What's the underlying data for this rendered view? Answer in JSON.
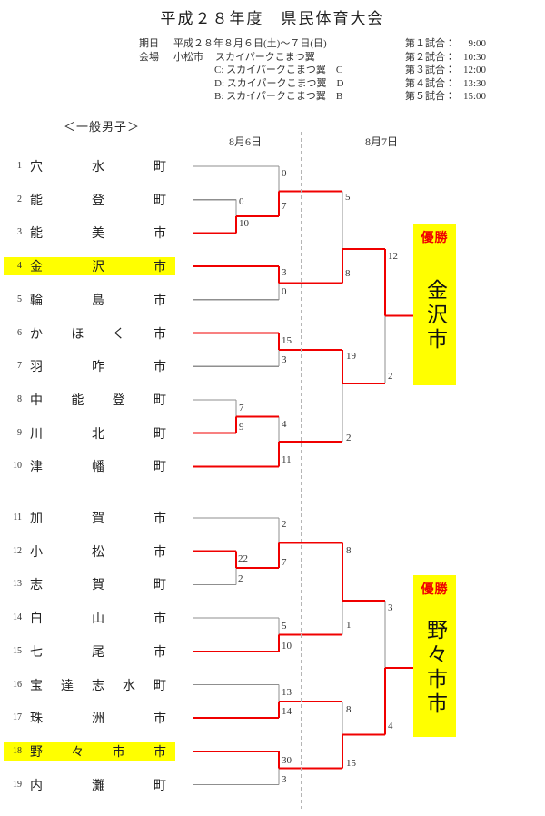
{
  "title": "平成２８年度　県民体育大会",
  "info": {
    "date_label": "期日",
    "date_value": "平成２８年８月６日(土)～７日(日)",
    "venue_label": "会場",
    "venue_city": "小松市",
    "venue_main": "スカイパークこまつ翼",
    "courts": [
      "C: スカイパークこまつ翼　C",
      "D: スカイパークこまつ翼　D",
      "B: スカイパークこまつ翼　B"
    ]
  },
  "schedule": [
    {
      "label": "第１試合：",
      "time": "9:00"
    },
    {
      "label": "第２試合：",
      "time": "10:30"
    },
    {
      "label": "第３試合：",
      "time": "12:00"
    },
    {
      "label": "第４試合：",
      "time": "13:30"
    },
    {
      "label": "第５試合：",
      "time": "15:00"
    }
  ],
  "category": "＜一般男子＞",
  "day_labels": [
    "8月6日",
    "8月7日"
  ],
  "teams": [
    {
      "no": "1",
      "name": "穴水町",
      "highlight": false
    },
    {
      "no": "2",
      "name": "能登町",
      "highlight": false
    },
    {
      "no": "3",
      "name": "能美市",
      "highlight": false
    },
    {
      "no": "4",
      "name": "金沢市",
      "highlight": true
    },
    {
      "no": "5",
      "name": "輪島市",
      "highlight": false
    },
    {
      "no": "6",
      "name": "かほく市",
      "highlight": false
    },
    {
      "no": "7",
      "name": "羽咋市",
      "highlight": false
    },
    {
      "no": "8",
      "name": "中能登町",
      "highlight": false
    },
    {
      "no": "9",
      "name": "川北町",
      "highlight": false
    },
    {
      "no": "10",
      "name": "津幡町",
      "highlight": false
    },
    {
      "no": "11",
      "name": "加賀市",
      "highlight": false
    },
    {
      "no": "12",
      "name": "小松市",
      "highlight": false
    },
    {
      "no": "13",
      "name": "志賀町",
      "highlight": false
    },
    {
      "no": "14",
      "name": "白山市",
      "highlight": false
    },
    {
      "no": "15",
      "name": "七尾市",
      "highlight": false
    },
    {
      "no": "16",
      "name": "宝達志水町",
      "highlight": false
    },
    {
      "no": "17",
      "name": "珠洲市",
      "highlight": false
    },
    {
      "no": "18",
      "name": "野々市市",
      "highlight": true
    },
    {
      "no": "19",
      "name": "内灘町",
      "highlight": false
    }
  ],
  "matches": [
    {
      "teams": [
        "能登町",
        "能美市"
      ],
      "scores": [
        "0",
        "10"
      ],
      "winner": "能美市"
    },
    {
      "teams": [
        "穴水町",
        "能美市"
      ],
      "scores": [
        "0",
        "7"
      ],
      "winner": "能美市"
    },
    {
      "teams": [
        "金沢市",
        "輪島市"
      ],
      "scores": [
        "3",
        "0"
      ],
      "winner": "金沢市"
    },
    {
      "teams": [
        "能美市",
        "金沢市"
      ],
      "scores": [
        "5",
        "8"
      ],
      "winner": "金沢市"
    },
    {
      "teams": [
        "かほく市",
        "羽咋市"
      ],
      "scores": [
        "15",
        "3"
      ],
      "winner": "かほく市"
    },
    {
      "teams": [
        "中能登町",
        "川北町"
      ],
      "scores": [
        "7",
        "9"
      ],
      "winner": "川北町"
    },
    {
      "teams": [
        "川北町",
        "津幡町"
      ],
      "scores": [
        "4",
        "11"
      ],
      "winner": "津幡町"
    },
    {
      "teams": [
        "かほく市",
        "津幡町"
      ],
      "scores": [
        "19",
        "2"
      ],
      "winner": "かほく市"
    },
    {
      "teams": [
        "金沢市",
        "かほく市"
      ],
      "scores": [
        "12",
        "2"
      ],
      "winner": "金沢市"
    },
    {
      "teams": [
        "加賀市",
        "小松市"
      ],
      "scores": [
        "2",
        "7"
      ],
      "winner": "小松市"
    },
    {
      "teams": [
        "小松市",
        "志賀町"
      ],
      "scores": [
        "22",
        "2"
      ],
      "winner": "小松市"
    },
    {
      "teams": [
        "白山市",
        "七尾市"
      ],
      "scores": [
        "5",
        "10"
      ],
      "winner": "七尾市"
    },
    {
      "teams": [
        "小松市",
        "七尾市"
      ],
      "scores": [
        "8",
        "1"
      ],
      "winner": "小松市"
    },
    {
      "teams": [
        "宝達志水町",
        "珠洲市"
      ],
      "scores": [
        "13",
        "14"
      ],
      "winner": "珠洲市"
    },
    {
      "teams": [
        "野々市市",
        "内灘町"
      ],
      "scores": [
        "30",
        "3"
      ],
      "winner": "野々市市"
    },
    {
      "teams": [
        "珠洲市",
        "野々市市"
      ],
      "scores": [
        "8",
        "15"
      ],
      "winner": "野々市市"
    },
    {
      "teams": [
        "小松市",
        "野々市市"
      ],
      "scores": [
        "3",
        "4"
      ],
      "winner": "野々市市"
    }
  ],
  "champions": [
    {
      "label": "優勝",
      "name": "金沢市"
    },
    {
      "label": "優勝",
      "name": "野々市市"
    }
  ],
  "colors": {
    "winner_line": "#f00000",
    "loser_line": "#8f8f8f",
    "divider_line": "#b5b5b5",
    "highlight": "#ffff00",
    "champion_label": "#f00000",
    "text": "#333333"
  }
}
